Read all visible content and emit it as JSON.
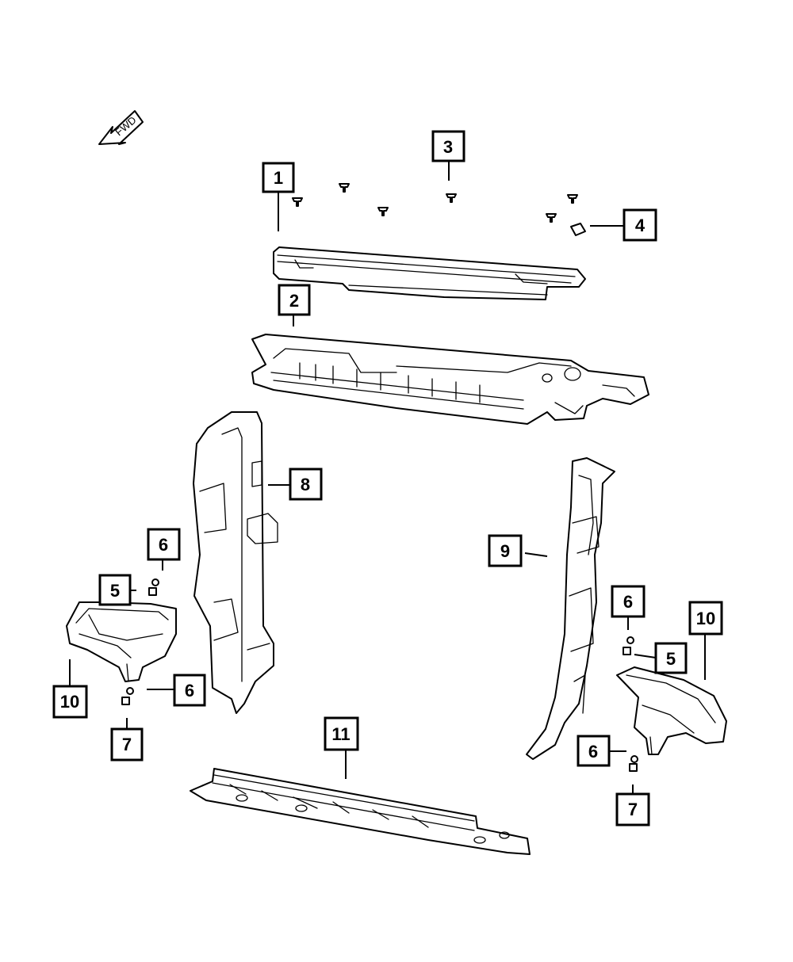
{
  "diagram": {
    "fwd_label": "FWD",
    "callouts": {
      "c1": "1",
      "c2": "2",
      "c3": "3",
      "c4": "4",
      "c5_left": "5",
      "c5_right": "5",
      "c6_left_top": "6",
      "c6_left_bottom": "6",
      "c6_right_top": "6",
      "c6_right_bottom": "6",
      "c7_left": "7",
      "c7_right": "7",
      "c8": "8",
      "c9": "9",
      "c10_left": "10",
      "c10_right": "10",
      "c11": "11"
    }
  }
}
